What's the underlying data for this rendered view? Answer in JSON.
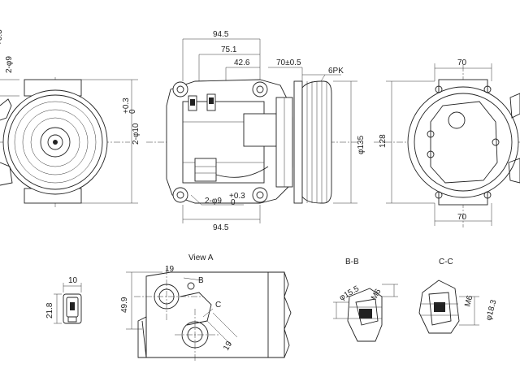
{
  "views": {
    "view_a_title": "View A",
    "section_b_title": "B-B",
    "section_c_title": "C-C",
    "section_b_marker": "B",
    "section_c_marker": "C"
  },
  "dimensions": {
    "left_mount": "2-φ9",
    "left_mount_tol": "+0.3\n0",
    "left_bore": "2-φ10",
    "left_bore_tol": "+0.3\n0",
    "top_945": "94.5",
    "top_751": "75.1",
    "top_426": "42.6",
    "clutch_offset": "70±0.5",
    "belt": "6PK",
    "pulley_dia": "φ135",
    "bottom_mount": "2-φ9",
    "bottom_mount_tol": "+0.3\n0",
    "bottom_945": "94.5",
    "right_top_70": "70",
    "right_128": "128",
    "right_bottom_70": "70",
    "connector_width": "10",
    "connector_height": "21.8",
    "view_a_19_top": "19",
    "view_a_499": "49.9",
    "view_a_19_side": "19",
    "bb_dia": "φ15.5",
    "bb_thread": "M6",
    "cc_thread": "M6",
    "cc_dia": "φ18.3"
  }
}
